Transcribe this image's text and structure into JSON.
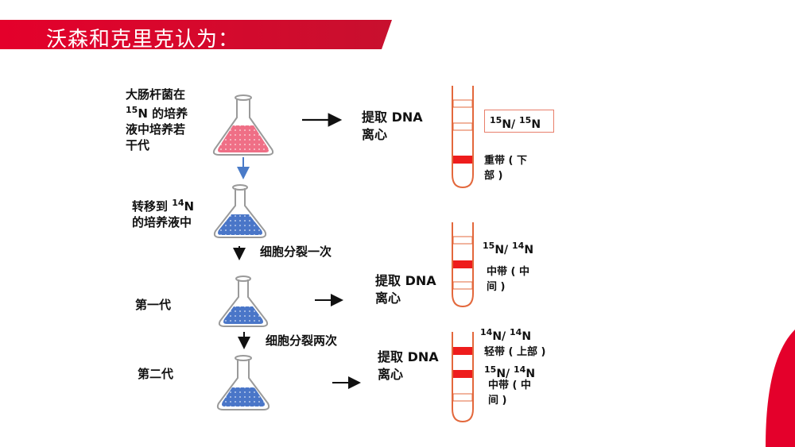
{
  "title": "沃森和克里克认为：",
  "colors": {
    "accent_red": "#e4002b",
    "band_red": "#ee1c1c",
    "tube_orange": "#e3683c",
    "pink_medium": "#ef6f86",
    "blue_medium": "#4a76c8",
    "arrow_blue": "#4a7bc8"
  },
  "steps": {
    "start_label": [
      "大肠杆菌在",
      "N 的培养",
      "液中培养若",
      "干代"
    ],
    "start_iso": "15",
    "transfer_label": [
      "转移到 ",
      "N",
      "的培养液中"
    ],
    "transfer_iso": "14",
    "division_once": "细胞分裂一次",
    "division_twice": "细胞分裂两次",
    "gen1": "第一代",
    "gen2": "第二代"
  },
  "extract": {
    "line1": "提取 DNA",
    "line2": "离心"
  },
  "tube1": {
    "box_label": {
      "iso_a": "15",
      "a": "N/ ",
      "iso_b": "15",
      "b": "N"
    },
    "band_label": [
      "重带 ( 下",
      "部 )"
    ]
  },
  "tube2": {
    "top_label": {
      "iso_a": "15",
      "a": "N/ ",
      "iso_b": "14",
      "b": "N"
    },
    "band_label": [
      "中带 ( 中",
      "间 )"
    ]
  },
  "tube3": {
    "label_a": {
      "iso_a": "14",
      "a": "N/ ",
      "iso_b": "14",
      "b": "N"
    },
    "band_a": "轻带 ( 上部 )",
    "label_b": {
      "iso_a": "15",
      "a": "N/ ",
      "iso_b": "14",
      "b": "N"
    },
    "band_b": [
      "中带 ( 中",
      "间 )"
    ]
  }
}
